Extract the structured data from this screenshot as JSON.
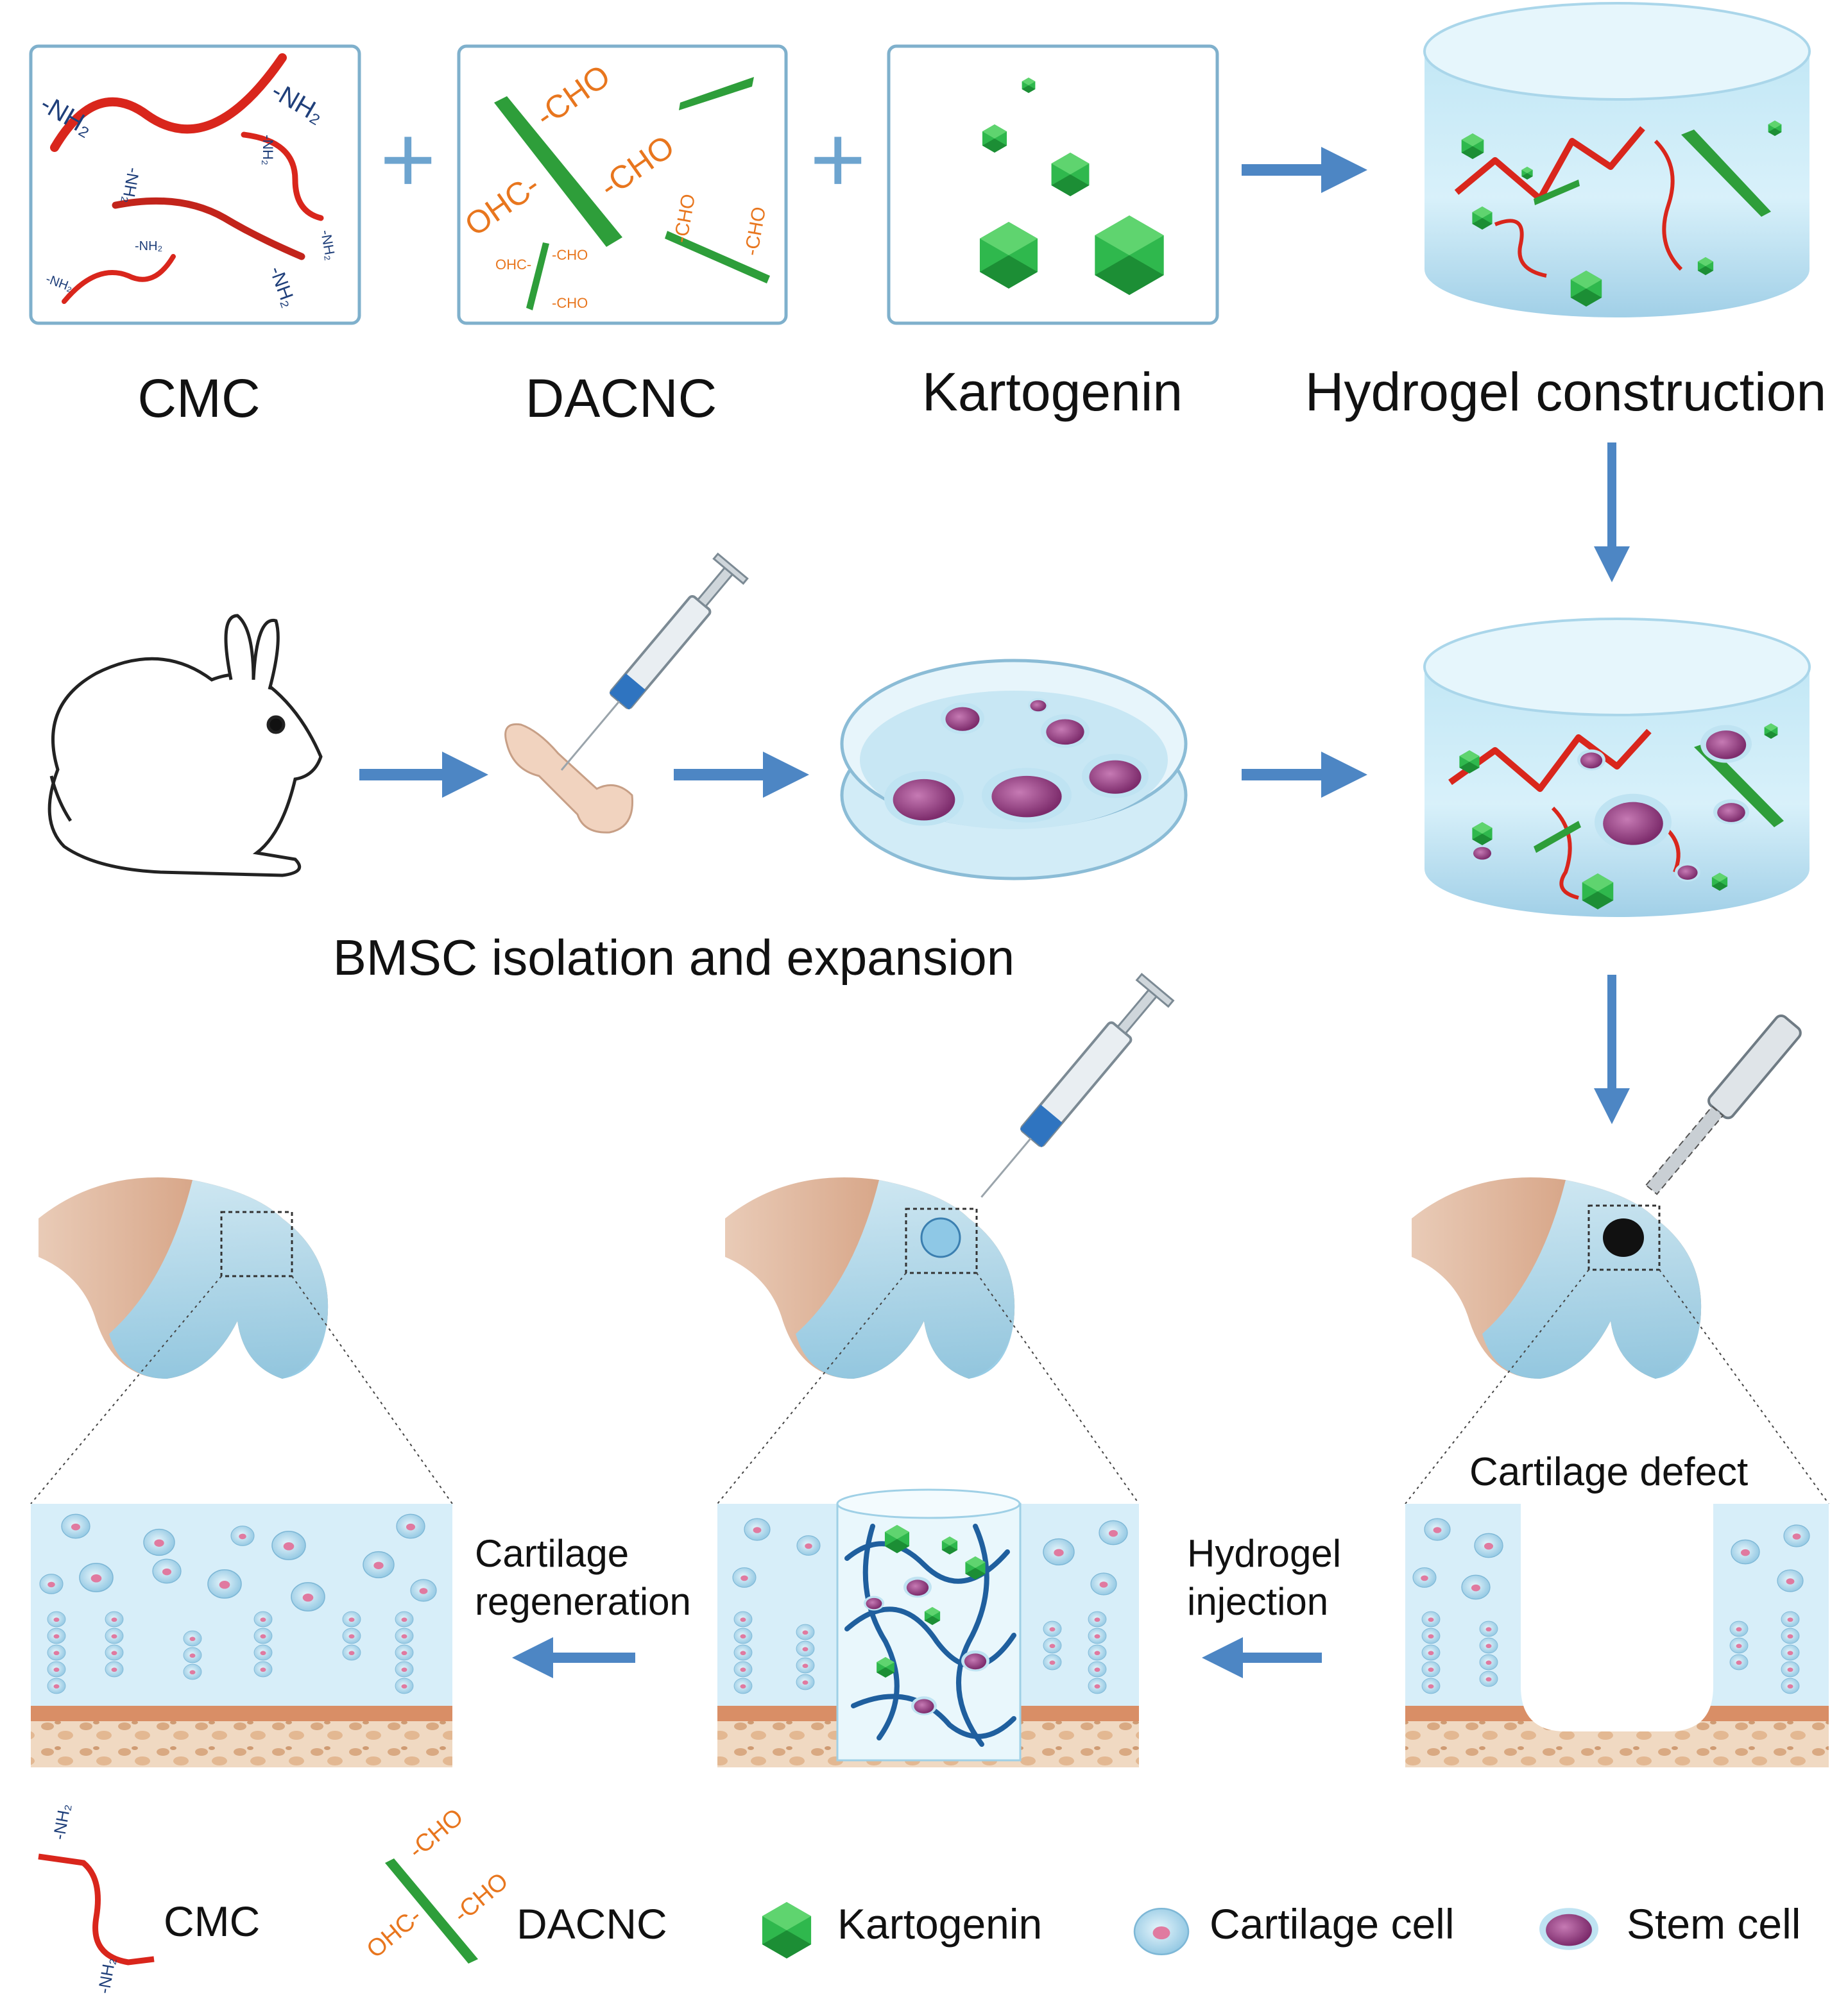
{
  "top_row": {
    "labels": {
      "cmc": "CMC",
      "dacnc": "DACNC",
      "kartogenin": "Kartogenin",
      "hydrogel": "Hydrogel construction"
    },
    "plus": "+",
    "chem": {
      "amine": "-NH₂",
      "aldehyde_left": "-CHO",
      "aldehyde_right": "OHC-"
    }
  },
  "middle_row": {
    "bmsc": "BMSC isolation and expansion"
  },
  "bottom_row": {
    "defect": "Cartilage defect",
    "injection": "Hydrogel\ninjection",
    "regeneration": "Cartilage\nregeneration"
  },
  "legend": {
    "cmc": "CMC",
    "dacnc": "DACNC",
    "kartogenin": "Kartogenin",
    "cartilage_cell": "Cartilage cell",
    "stem_cell": "Stem cell"
  },
  "colors": {
    "cmc_strand": "#d9261c",
    "dacnc_rod": "#2e9e3a",
    "kartogenin": "#27b04a",
    "amine_text": "#1f3f7a",
    "aldehyde_text": "#e8761e",
    "arrow": "#4d86c4",
    "hydrogel": "#a9d7ec",
    "cartilage": "#bfe3f2",
    "stem_cell": "#9c3f86",
    "bone": "#e8c7a6"
  }
}
